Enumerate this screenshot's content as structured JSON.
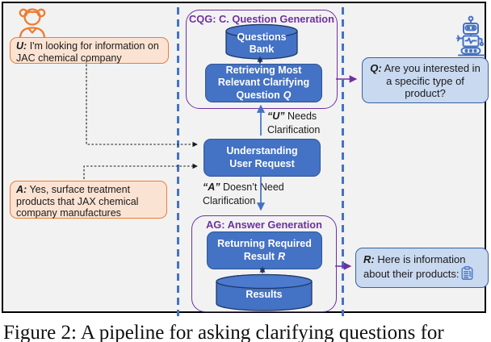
{
  "caption": "Figure 2: A pipeline for asking clarifying questions for",
  "colors": {
    "node_blue": "#4472c4",
    "node_border": "#2f5597",
    "cylinder_outline": "#1f3864",
    "bubble_blue_fill": "#c9d9f0",
    "bubble_blue_border": "#39619f",
    "bubble_orange_fill": "#fbe3d3",
    "bubble_orange_border": "#ed7d31",
    "container_purple": "#7030a0",
    "lane_dash_blue": "#4472c4"
  },
  "dialogue": {
    "user_turn_1": {
      "prefix": "U:",
      "text": "I'm looking for information on JAC chemical company"
    },
    "user_turn_2": {
      "prefix": "A:",
      "text": "Yes, surface treatment products that JAX chemical company manufactures"
    },
    "system_turn_q": {
      "prefix": "Q:",
      "text": "Are you interested in a specific type of product?"
    },
    "system_turn_r": {
      "prefix": "R:",
      "text": "Here is information about their products:"
    }
  },
  "cqg": {
    "title": "CQG: C. Question Generation",
    "questions_bank": "Questions Bank",
    "retrieving": {
      "text": "Retrieving Most Relevant Clarifying Question",
      "var": "Q"
    }
  },
  "understanding": {
    "label": "Understanding User Request"
  },
  "ag": {
    "title": "AG: Answer Generation",
    "returning": {
      "text": "Returning Required Result",
      "var": "R"
    },
    "results": "Results"
  },
  "branch_labels": {
    "needs": {
      "var": "“U”",
      "rest": "Needs",
      "line2": "Clarification"
    },
    "no_need": {
      "var": "“A”",
      "rest": "Doesn’t Need",
      "line2": "Clarification"
    }
  }
}
